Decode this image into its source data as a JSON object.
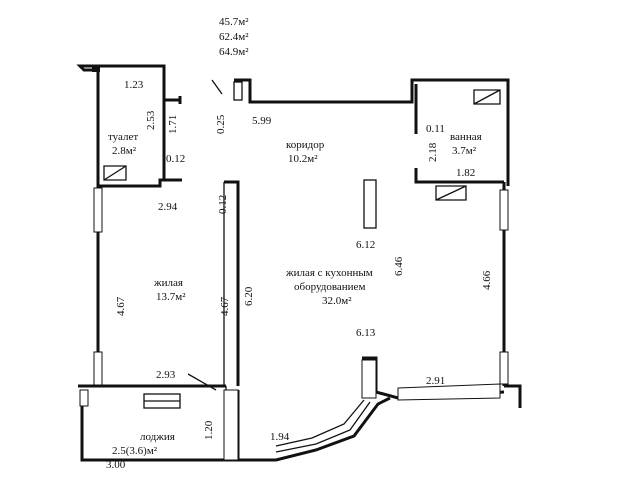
{
  "areas": {
    "total_1": "45.7м²",
    "total_2": "62.4м²",
    "total_3": "64.9м²"
  },
  "rooms": {
    "toilet": {
      "name": "туалет",
      "area": "2.8м²"
    },
    "corridor": {
      "name": "коридор",
      "area": "10.2м²"
    },
    "bath": {
      "name": "ванная",
      "area": "3.7м²"
    },
    "living": {
      "name": "жилая",
      "area": "13.7м²"
    },
    "kitchen": {
      "line1": "жилая с кухонным",
      "line2": "оборудованием",
      "area": "32.0м²"
    },
    "loggia": {
      "name": "лоджия",
      "area": "2.5(3.6)м²"
    }
  },
  "dims": {
    "d1": "1.23",
    "d2": "2.53",
    "d3": "1.71",
    "d4": "0.12",
    "d5": "0.25",
    "d6": "5.99",
    "d7": "0.11",
    "d8": "2.18",
    "d9": "1.82",
    "d10": "2.94",
    "d11": "0.12",
    "d12": "6.12",
    "d13": "6.46",
    "d14": "4.67",
    "d15": "4.67",
    "d16": "6.20",
    "d17": "4.66",
    "d18": "6.13",
    "d19": "2.93",
    "d20": "2.91",
    "d21": "1.20",
    "d22": "1.94",
    "d23": "3.00"
  }
}
